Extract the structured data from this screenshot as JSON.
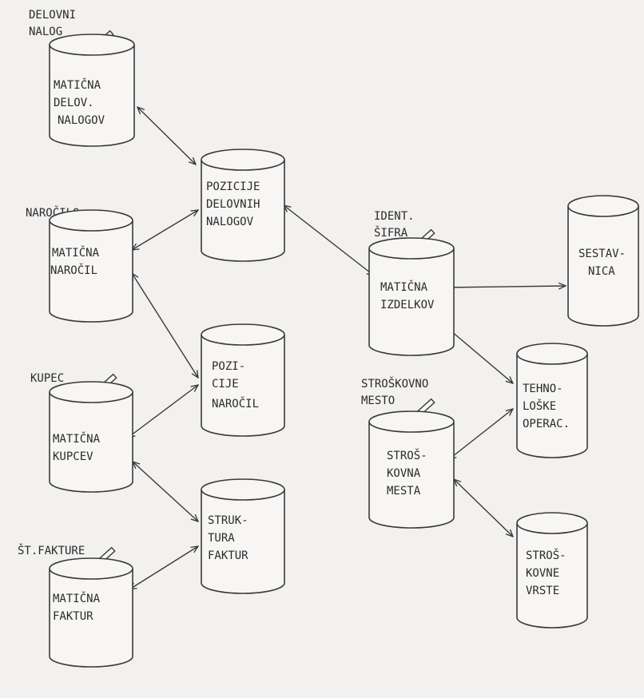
{
  "input_labels": {
    "delovni_nalog": [
      "DELOVNI",
      "NALOG"
    ],
    "narocilo": [
      "NAROČILO"
    ],
    "kupec": [
      "KUPEC"
    ],
    "st_fakture": [
      "ŠT.FAKTURE"
    ],
    "ident_sifra": [
      "IDENT.",
      "ŠIFRA"
    ],
    "stroskovno_mesto": [
      "STROŠKOVNO",
      "MESTO"
    ]
  },
  "files": {
    "maticna_delov_nalogov": [
      "MATIČNA",
      "DELOV.",
      "NALOGOV"
    ],
    "maticna_narocil": [
      "MATIČNA",
      "NAROČIL"
    ],
    "maticna_kupcev": [
      "MATIČNA",
      "KUPCEV"
    ],
    "maticna_faktur": [
      "MATIČNA",
      "FAKTUR"
    ],
    "pozicije_delovnih_nalogov": [
      "POZICIJE",
      "DELOVNIH",
      "NALOGOV"
    ],
    "pozicije_narocil": [
      "POZI-",
      "CIJE",
      "NAROČIL"
    ],
    "struktura_faktur": [
      "STRUK-",
      "TURA",
      "FAKTUR"
    ],
    "maticna_izdelkov": [
      "MATIČNA",
      "IZDELKOV"
    ],
    "stroskovna_mesta": [
      "STROŠ-",
      "KOVNA",
      "MESTA"
    ],
    "sestavnica": [
      "SESTAV-",
      "NICA"
    ],
    "tehnoloske_operac": [
      "TEHNO-",
      "LOŠKE",
      "OPERAC."
    ],
    "stroskovne_vrste": [
      "STROŠ-",
      "KOVNE",
      "VRSTE"
    ]
  },
  "colors": {
    "ink": "#3a3a3a",
    "paper": "#f2f1ef"
  }
}
